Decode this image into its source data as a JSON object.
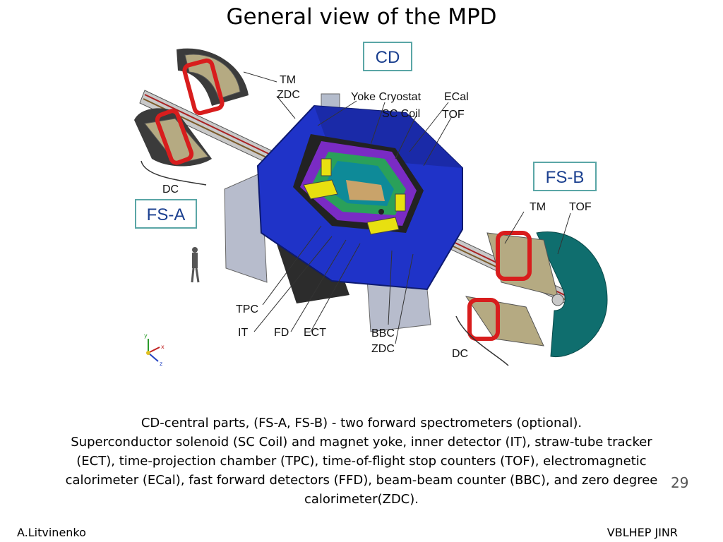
{
  "title": "General view of the MPD",
  "labels": {
    "cd": "CD",
    "fs_a": "FS-A",
    "fs_b": "FS-B",
    "tm_left": "TM",
    "zdc_top": "ZDC",
    "yoke_cryostat": "Yoke Cryostat",
    "ecal": "ECal",
    "sc_coil": "SC Coil",
    "tof_top": "TOF",
    "dc_left": "DC",
    "tm_right": "TM",
    "tof_right": "TOF",
    "tpc": "TPC",
    "it": "IT",
    "fd": "FD",
    "ect": "ECT",
    "bbc": "BBC",
    "zdc_bottom": "ZDC",
    "dc_right": "DC"
  },
  "axes": {
    "y": "y",
    "x": "x",
    "z": "z"
  },
  "caption": [
    "CD-central parts, (FS-A, FS-B) - two forward spectrometers (optional).",
    "Superconductor  solenoid (SC Coil) and magnet yoke, inner detector (IT),   straw-tube tracker",
    "(ECT), time-projection chamber (TPC), time-of-flight stop counters (TOF), electromagnetic",
    "calorimeter (ECal), fast forward detectors (FFD), beam-beam counter (BBC), and zero degree",
    "calorimeter(ZDC)."
  ],
  "page_number": "29",
  "footer": {
    "author": "A.Litvinenko",
    "institute": "VBLHEP JINR"
  },
  "colors": {
    "yoke": "#1f33c8",
    "coil": "#e02020",
    "tpc": "#7a2bc4",
    "box_border": "#5aa6a6",
    "dc_green": "#0f6e6e"
  }
}
